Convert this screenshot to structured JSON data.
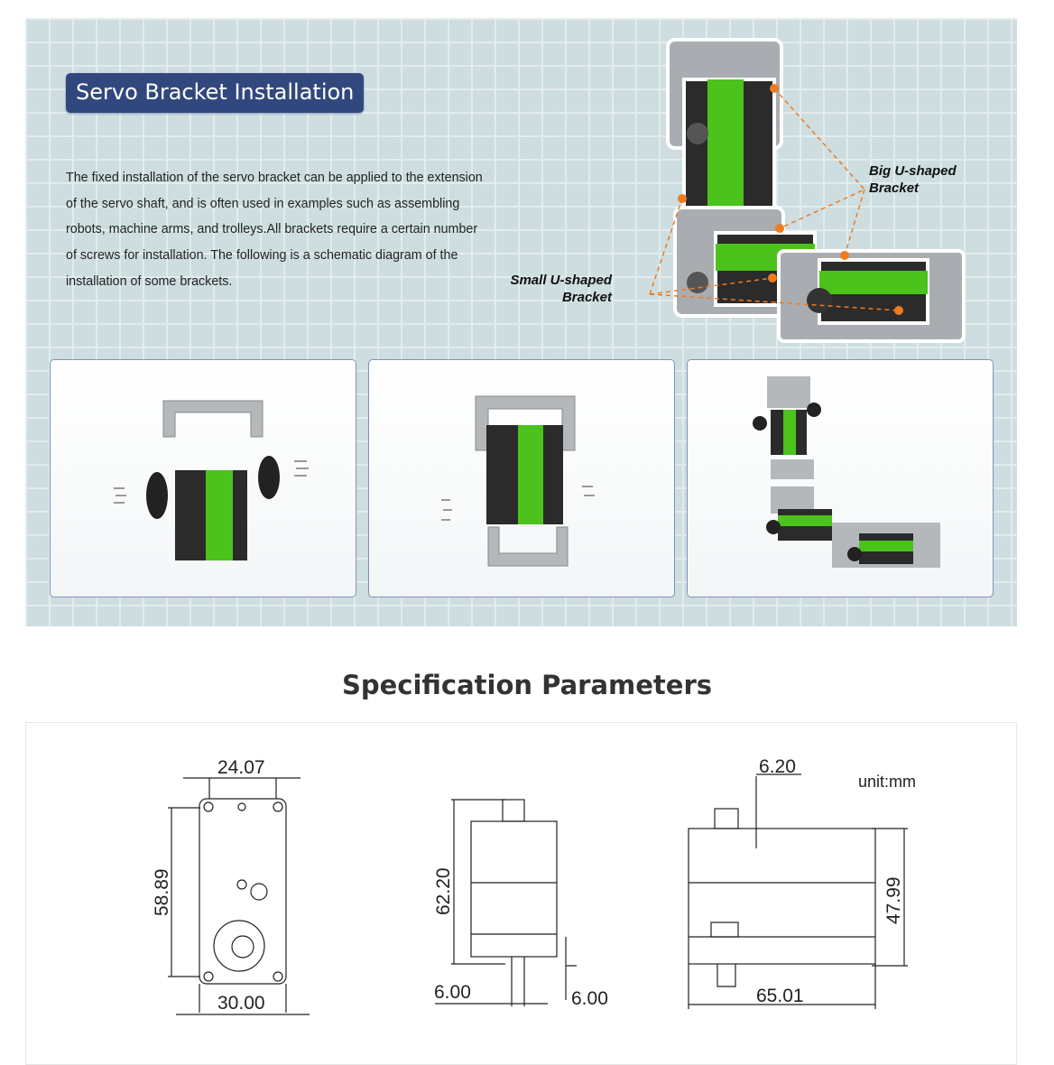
{
  "hero": {
    "title": "Servo Bracket Installation",
    "description": "The fixed installation of the servo bracket can be applied to the extension of the servo shaft, and is often used in examples such as assembling robots, machine arms, and trolleys.All brackets require a certain number of screws for installation. The following is a schematic diagram of the installation of some brackets.",
    "label_big": "Big U-shaped Bracket",
    "label_small": "Small U-shaped Bracket",
    "colors": {
      "accent": "#31487e",
      "servo_green": "#4cc21c",
      "callout": "#f07a1e"
    }
  },
  "panels": [
    {
      "name": "big-bracket-exploded"
    },
    {
      "name": "small-bracket-exploded"
    },
    {
      "name": "multi-servo-exploded"
    }
  ],
  "spec": {
    "title": "Specification Parameters",
    "unit": "unit:mm",
    "dims": {
      "top_width": "24.07",
      "height": "58.89",
      "bottom_width": "30.00",
      "side_height": "62.20",
      "shaft_left": "6.00",
      "shaft_right": "6.00",
      "horn": "6.20",
      "body_height": "47.99",
      "length": "65.01"
    }
  }
}
